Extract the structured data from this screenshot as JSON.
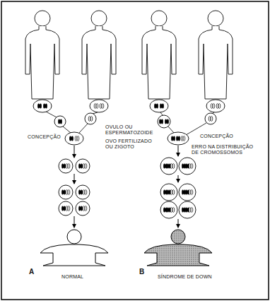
{
  "diagram": {
    "labels": [
      "OVULO OU ESPERMATOZOIDE",
      "CONCEPÇÃO",
      "OVO FERTILIZADO OU ZIGOTO",
      "CONCEPÇÃO",
      "ERRO NA DISTRIBUIÇÃO DE CROMOSSOMOS",
      "A",
      "NORMAL",
      "B",
      "SÍNDROME DE DOWN"
    ]
  }
}
